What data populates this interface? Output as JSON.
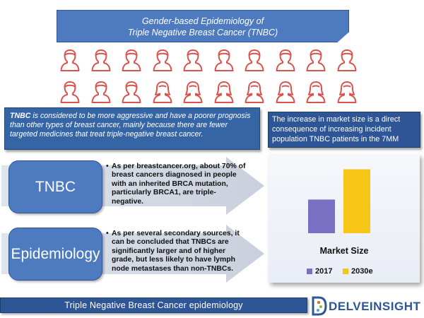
{
  "title": {
    "line1": "Gender-based Epidemiology of",
    "line2": "Triple Negative Breast Cancer (TNBC)"
  },
  "people": {
    "icon": "person-icon",
    "rows": [
      [
        "male",
        "male",
        "male",
        "male",
        "male",
        "male",
        "male",
        "male",
        "male",
        "male"
      ],
      [
        "male",
        "male",
        "male",
        "female",
        "female",
        "female",
        "female",
        "female",
        "female",
        "female"
      ]
    ],
    "color": "#d9534f"
  },
  "description": {
    "term": "TNBC",
    "text": " is considered to be more aggressive and have a poorer prognosis than other types of breast cancer, mainly because there are fewer targeted medicines that treat triple-negative breast cancer."
  },
  "market_box": {
    "text": "The increase in market size is a direct consequence of increasing incident population TNBC patients in the 7MM"
  },
  "sections": [
    {
      "label": "TNBC",
      "bullet_prefix": "As per ",
      "bullet_link": "breastcancer.org",
      "bullet_text": ", about 70% of breast cancers diagnosed in people with an inherited BRCA mutation, particularly BRCA1, are triple-negative."
    },
    {
      "label": "Epidemiology",
      "bullet_prefix": "As per several secondary sources, it can be concluded that TNBCs are significantly larger and of higher grade, but less likely to have lymph node metastases than non-TNBCs.",
      "bullet_link": "",
      "bullet_text": ""
    }
  ],
  "bullet_symbol": "•",
  "chart_data": {
    "type": "bar",
    "title": "Market Size",
    "categories": [
      "2017",
      "2030e"
    ],
    "values": [
      1,
      1.9
    ],
    "colors": [
      "#7a6fc2",
      "#f7c515"
    ],
    "legend": [
      "2017",
      "2030e"
    ],
    "ylim": [
      0,
      2.1
    ],
    "xlabel": "",
    "ylabel": "",
    "grid": false,
    "legend_position": "bottom"
  },
  "footer": {
    "text": "Triple Negative Breast Cancer epidemiology"
  },
  "logo": {
    "text": "DELVEINSIGHT",
    "color": "#2e5595"
  }
}
